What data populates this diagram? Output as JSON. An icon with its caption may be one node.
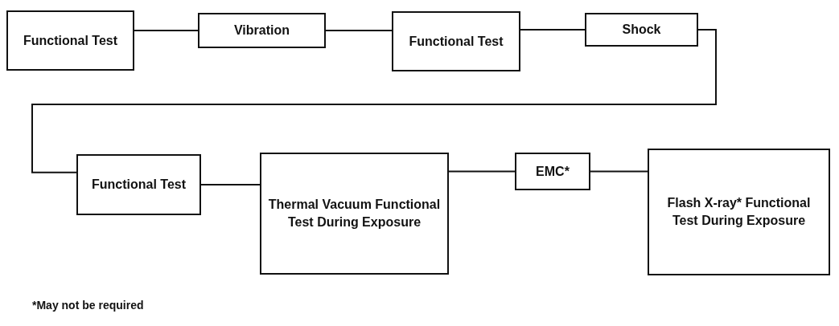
{
  "diagram": {
    "nodes": [
      {
        "text": [
          "Functional Test"
        ]
      },
      {
        "text": [
          "Vibration"
        ]
      },
      {
        "text": [
          "Functional Test"
        ]
      },
      {
        "text": [
          "Shock"
        ]
      },
      {
        "text": [
          "Functional Test"
        ]
      },
      {
        "text": [
          "Thermal Vacuum Functional Test During Exposure"
        ]
      },
      {
        "text": [
          "EMC*"
        ]
      },
      {
        "text": [
          "Flash X-ray* Functional Test During Exposure"
        ]
      }
    ],
    "edges": [
      {
        "from": 0,
        "to": 1,
        "arrow": "none"
      },
      {
        "from": 1,
        "to": 2,
        "arrow": "none"
      },
      {
        "from": 2,
        "to": 3,
        "arrow": "none"
      },
      {
        "from": 3,
        "to": 4,
        "arrow": "none"
      },
      {
        "from": 4,
        "to": 5,
        "arrow": "none"
      },
      {
        "from": 5,
        "to": 6,
        "arrow": "none"
      },
      {
        "from": 6,
        "to": 7,
        "arrow": "none"
      }
    ],
    "labels": [
      "*May not be required"
    ]
  }
}
